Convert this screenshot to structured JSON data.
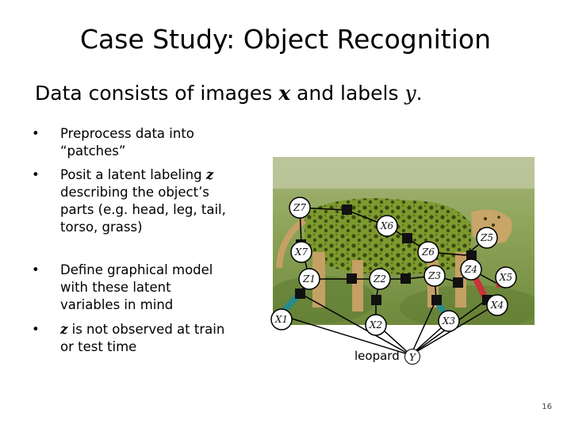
{
  "slide": {
    "title": "Case Study: Object Recognition",
    "subtitle_prefix": "Data consists of images ",
    "subtitle_x": "x",
    "subtitle_mid": " and labels ",
    "subtitle_y": "y",
    "subtitle_end": ".",
    "bullets": [
      {
        "dot": "•",
        "text": "Preprocess data into “patches”"
      },
      {
        "dot": "•",
        "pre": "Posit a latent labeling ",
        "z": "z",
        "post": " describing the object’s parts (e.g. head, leg, tail, torso, grass)"
      },
      {
        "dot": "•",
        "text": "Define graphical model with these latent variables in mind"
      },
      {
        "dot": "•",
        "z": "z",
        "post": " is not observed at train or test time"
      }
    ],
    "graph": {
      "leopard_label": "leopard",
      "y_label": "Y",
      "z_labels": [
        "Z7",
        "Z6",
        "Z5",
        "Z1",
        "Z2",
        "Z4",
        "Z3"
      ],
      "x_labels": [
        "X7",
        "X6",
        "X5",
        "X1",
        "X2",
        "X4",
        "X3"
      ],
      "colors": {
        "red": "#c8343a",
        "teal": "#2a8a8a",
        "node": "#111111"
      }
    },
    "page_number": "16"
  }
}
